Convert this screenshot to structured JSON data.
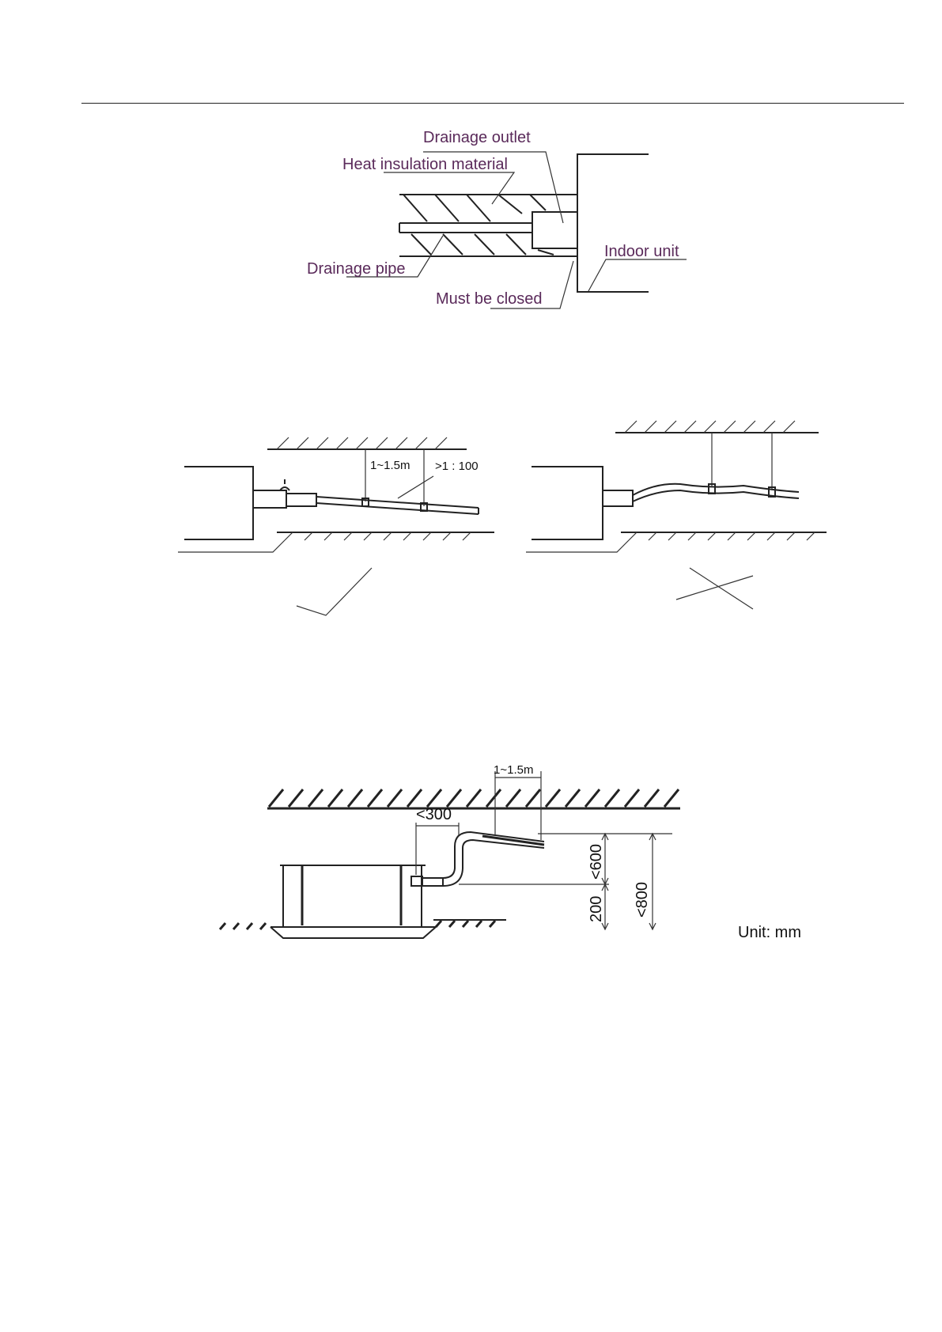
{
  "fig1": {
    "drainage_outlet": "Drainage outlet",
    "heat_insulation": "Heat insulation material",
    "drainage_pipe": "Drainage pipe",
    "must_be_closed": "Must be closed",
    "indoor_unit": "Indoor unit"
  },
  "fig2": {
    "spacing": "1~1.5m",
    "slope": ">1 : 100"
  },
  "fig3": {
    "spacing": "1~1.5m",
    "dist_300": "<300",
    "dim_600": "<600",
    "dim_200": "200",
    "dim_800": "<800",
    "unit": "Unit: mm"
  }
}
